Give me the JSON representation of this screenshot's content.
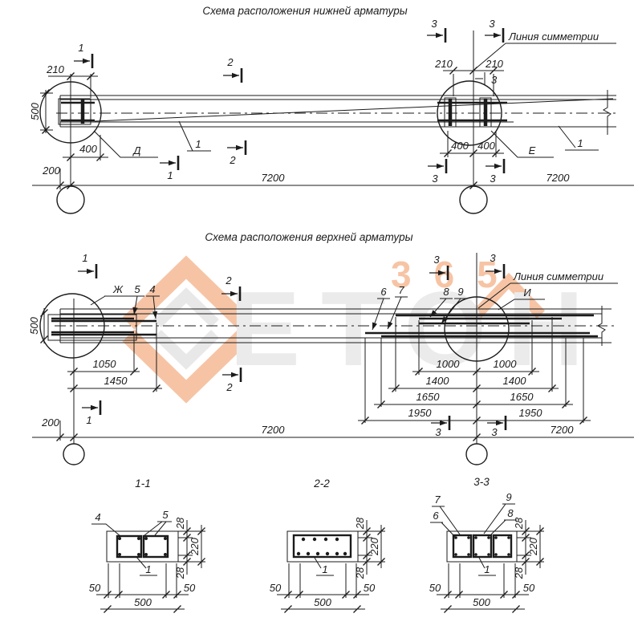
{
  "watermark": {
    "number": "365",
    "brand": "ЕТОН"
  },
  "lower": {
    "title": "Схема расположения нижней арматуры",
    "symmetry": "Линия симметрии",
    "detail_left": "Д",
    "detail_right": "Е",
    "bar_label": "1",
    "dim_210": "210",
    "dim_500": "500",
    "dim_400": "400",
    "dim_200": "200",
    "dim_7200": "7200",
    "mark_1": "1",
    "mark_2": "2",
    "mark_3": "3"
  },
  "upper": {
    "title": "Схема расположения верхней арматуры",
    "symmetry": "Линия симметрии",
    "detail_left": "Ж",
    "detail_right": "И",
    "pos_4": "4",
    "pos_5": "5",
    "pos_6": "6",
    "pos_7": "7",
    "pos_8": "8",
    "pos_9": "9",
    "dim_500": "500",
    "dim_1050": "1050",
    "dim_1450": "1450",
    "dim_1000": "1000",
    "dim_1400": "1400",
    "dim_1650": "1650",
    "dim_1950": "1950",
    "dim_200": "200",
    "dim_7200": "7200",
    "mark_1": "1",
    "mark_2": "2",
    "mark_3": "3"
  },
  "sections": {
    "s11": {
      "title": "1-1",
      "pos_4": "4",
      "pos_5": "5",
      "bar": "1"
    },
    "s22": {
      "title": "2-2",
      "bar": "1"
    },
    "s33": {
      "title": "3-3",
      "pos_6": "6",
      "pos_7": "7",
      "pos_8": "8",
      "pos_9": "9",
      "bar": "1"
    },
    "dim_28": "28",
    "dim_220": "220",
    "dim_50": "50",
    "dim_500": "500"
  }
}
